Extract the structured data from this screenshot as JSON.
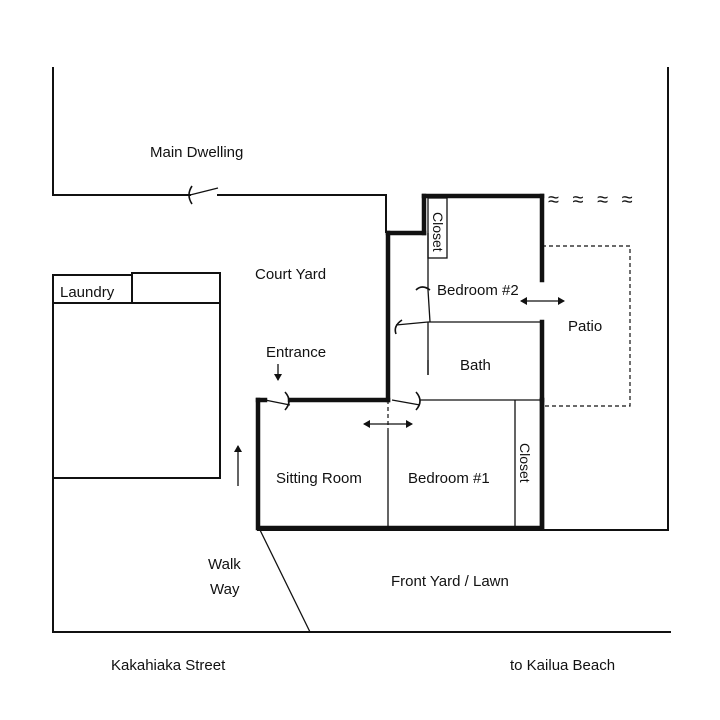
{
  "labels": {
    "main_dwelling": "Main Dwelling",
    "court_yard": "Court Yard",
    "laundry": "Laundry",
    "entrance": "Entrance",
    "closet_top": "Closet",
    "bedroom2": "Bedroom #2",
    "patio": "Patio",
    "bath": "Bath",
    "sitting_room": "Sitting Room",
    "bedroom1": "Bedroom #1",
    "closet_right": "Closet",
    "walk_line1": "Walk",
    "walk_line2": "Way",
    "front_yard": "Front Yard / Lawn",
    "street": "Kakahiaka Street",
    "beach": "to Kailua Beach",
    "water": "≈ ≈ ≈ ≈"
  }
}
